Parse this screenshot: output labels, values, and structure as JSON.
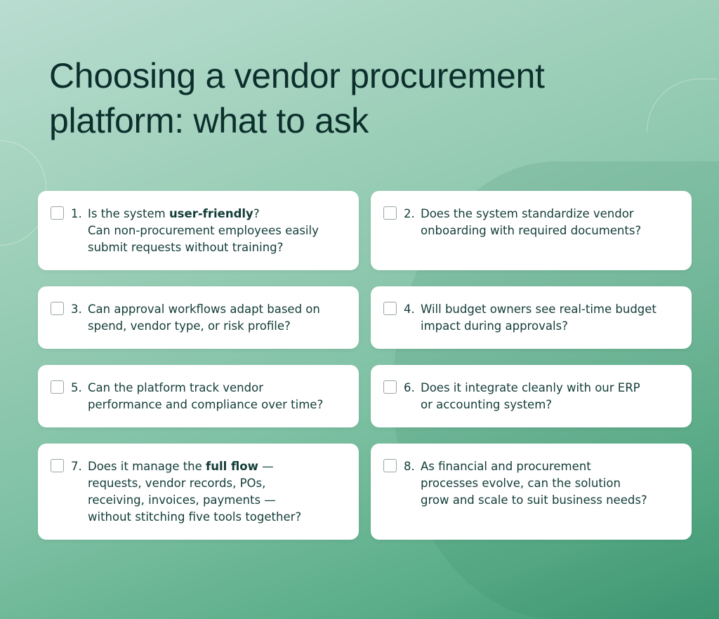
{
  "title": "Choosing a vendor procurement platform: what to ask",
  "colors": {
    "text": "#123c37",
    "card": "#ffffff",
    "bg_top": "#b9ddd1",
    "bg_bottom": "#3f9a74"
  },
  "items": [
    {
      "number": "1.",
      "checked": false,
      "lines": [
        [
          {
            "t": "Is the system "
          },
          {
            "t": "user-friendly",
            "b": true
          },
          {
            "t": "?"
          }
        ],
        [
          {
            "t": "Can non-procurement employees easily"
          }
        ],
        [
          {
            "t": "submit requests without training?"
          }
        ]
      ]
    },
    {
      "number": "2.",
      "checked": false,
      "lines": [
        [
          {
            "t": "Does the system standardize vendor"
          }
        ],
        [
          {
            "t": "onboarding with required documents?"
          }
        ]
      ]
    },
    {
      "number": "3.",
      "checked": false,
      "lines": [
        [
          {
            "t": "Can approval workflows adapt based on"
          }
        ],
        [
          {
            "t": "spend, vendor type, or risk profile?"
          }
        ]
      ]
    },
    {
      "number": "4.",
      "checked": false,
      "lines": [
        [
          {
            "t": "Will budget owners see real-time budget"
          }
        ],
        [
          {
            "t": "impact during approvals?"
          }
        ]
      ]
    },
    {
      "number": "5.",
      "checked": false,
      "lines": [
        [
          {
            "t": "Can the platform track vendor"
          }
        ],
        [
          {
            "t": "performance and compliance over time?"
          }
        ]
      ]
    },
    {
      "number": "6.",
      "checked": false,
      "lines": [
        [
          {
            "t": "Does it integrate cleanly with our ERP"
          }
        ],
        [
          {
            "t": "or accounting system?"
          }
        ]
      ]
    },
    {
      "number": "7.",
      "checked": false,
      "lines": [
        [
          {
            "t": "Does it manage the "
          },
          {
            "t": "full flow",
            "b": true
          },
          {
            "t": " —"
          }
        ],
        [
          {
            "t": "requests, vendor records, POs,"
          }
        ],
        [
          {
            "t": "receiving, invoices, payments —"
          }
        ],
        [
          {
            "t": "without stitching five tools together?"
          }
        ]
      ]
    },
    {
      "number": "8.",
      "checked": false,
      "lines": [
        [
          {
            "t": "As financial and procurement"
          }
        ],
        [
          {
            "t": "processes evolve, can the solution"
          }
        ],
        [
          {
            "t": "grow and scale to suit business needs?"
          }
        ]
      ]
    }
  ]
}
